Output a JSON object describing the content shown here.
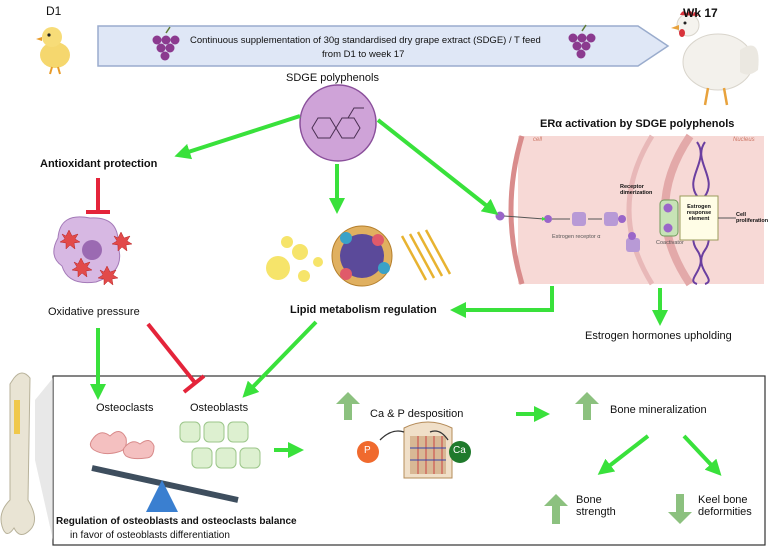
{
  "timeline": {
    "start_label": "D1",
    "end_label": "Wk 17",
    "banner_line1": "Continuous supplementation of 30g standardised dry grape extract (SDGE) / T feed",
    "banner_line2": "from D1 to week 17"
  },
  "polyphenols_label": "SDGE polyphenols",
  "antioxidant_label": "Antioxidant protection",
  "oxidative_label": "Oxidative pressure",
  "lipid_label": "Lipid metabolism regulation",
  "er": {
    "title": "ERα activation by SDGE polyphenols",
    "cell_label": "cell",
    "nucleus_label": "Nucleus",
    "receptor_dimerization": "Receptor dimerization",
    "estrogen_receptor": "Estrogen receptor α",
    "coactivator": "Coactivator",
    "response_element": "Estrogen response element",
    "cell_proliferation": "Cell proliferation"
  },
  "estrogen_upholding": "Estrogen hormones upholding",
  "bone": {
    "osteoclasts": "Osteoclasts",
    "osteoblasts": "Osteoblasts",
    "ca_p": "Ca & P desposition",
    "p_label": "P",
    "ca_label": "Ca",
    "mineralization": "Bone mineralization",
    "strength": "Bone strength",
    "keel": "Keel bone deformities",
    "balance_title": "Regulation of osteoblasts and osteoclasts balance",
    "balance_sub": "in favor of osteoblasts differentiation"
  },
  "colors": {
    "green_arrow": "#39e13b",
    "red_inhibit": "#e4243a",
    "banner_fill": "#dfe7f6",
    "banner_stroke": "#9aaccd",
    "polyphenol_circle": "#cfa3d8",
    "cell_bg": "#f7d9d6",
    "up_arrow": "#8cc17f"
  }
}
